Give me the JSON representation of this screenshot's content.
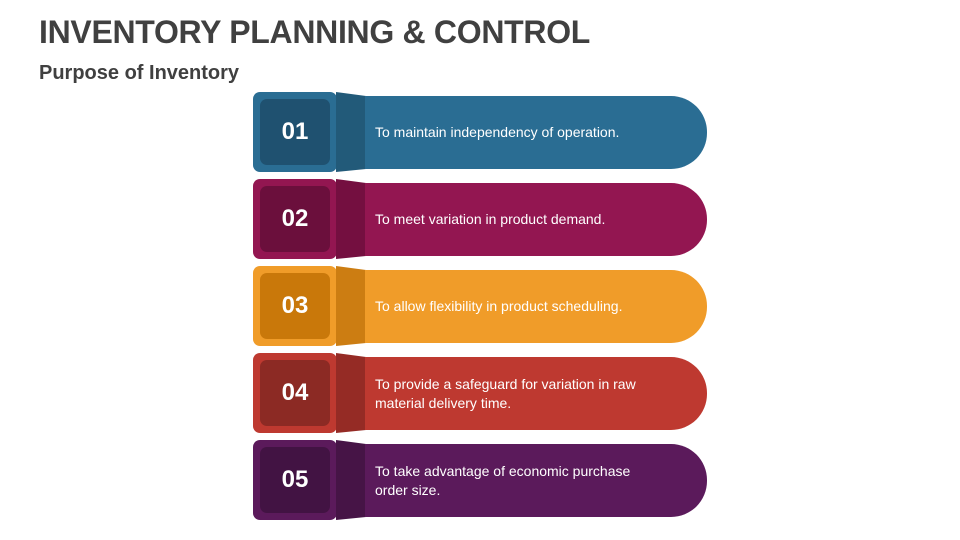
{
  "header": {
    "title": "INVENTORY PLANNING & CONTROL",
    "subtitle": "Purpose of Inventory"
  },
  "items": [
    {
      "number": "01",
      "text": "To maintain independency of operation.",
      "colors": {
        "main": "#2A6D93",
        "dark": "#1F5170",
        "wedge": "#225A79"
      }
    },
    {
      "number": "02",
      "text": "To meet variation in product demand.",
      "colors": {
        "main": "#931651",
        "dark": "#6B0F3C",
        "wedge": "#740F40"
      }
    },
    {
      "number": "03",
      "text": "To allow flexibility in product scheduling.",
      "colors": {
        "main": "#F09C29",
        "dark": "#C9780A",
        "wedge": "#CC7D12"
      }
    },
    {
      "number": "04",
      "text": "To provide a safeguard for variation in raw material delivery time.",
      "colors": {
        "main": "#BE3930",
        "dark": "#8C2A24",
        "wedge": "#952B25"
      }
    },
    {
      "number": "05",
      "text": "To take advantage of economic purchase order size.",
      "colors": {
        "main": "#5B1A5B",
        "dark": "#421343",
        "wedge": "#461446"
      }
    }
  ]
}
